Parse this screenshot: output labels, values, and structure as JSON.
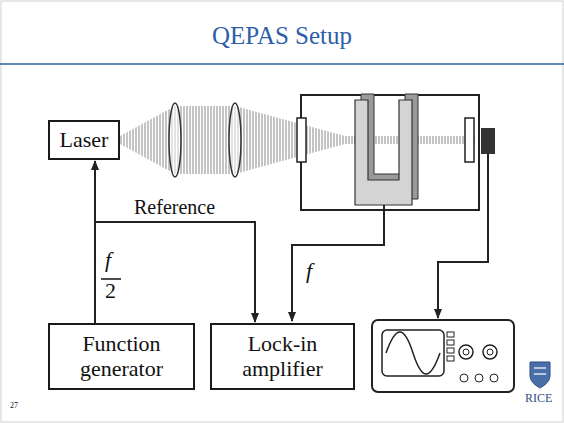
{
  "diagram": {
    "title": "QEPAS Setup",
    "nodes": [
      {
        "text": [
          "Laser"
        ]
      },
      {
        "text": [
          "Function generator"
        ]
      },
      {
        "text": [
          "Lock-in amplifier"
        ]
      }
    ],
    "edges": [
      {
        "from": 1,
        "to": 0,
        "arrow": "to"
      },
      {
        "from": 1,
        "to": 2,
        "label": "Reference",
        "arrow": "to"
      }
    ],
    "labels": [
      "f",
      "2",
      "f",
      "27",
      "RICE"
    ]
  }
}
